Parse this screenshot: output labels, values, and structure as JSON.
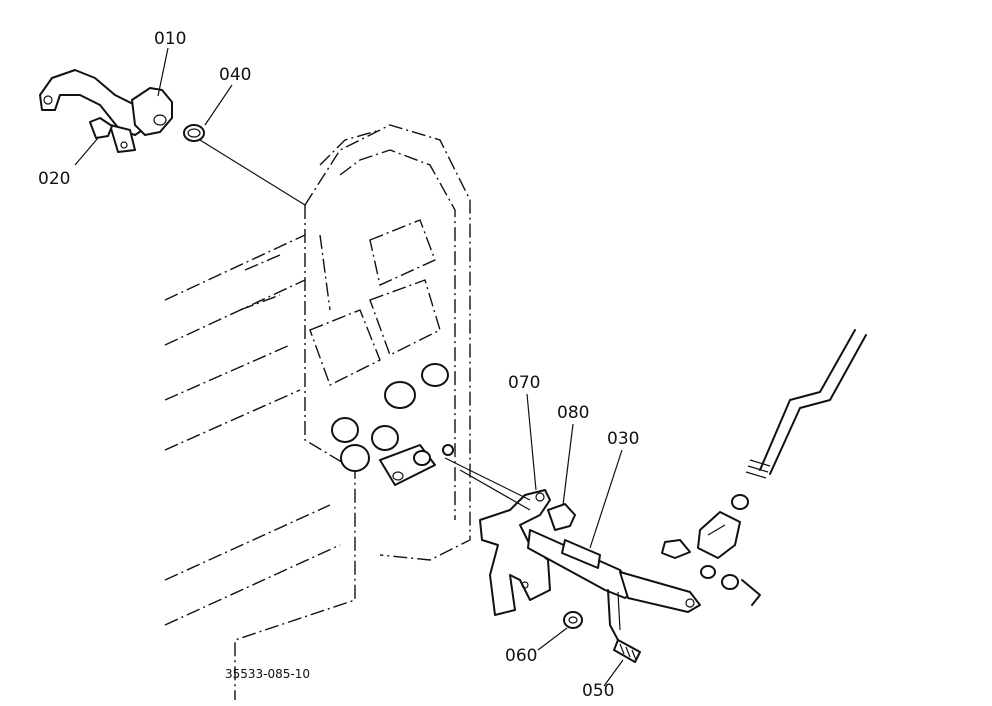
{
  "callouts": [
    {
      "key": "p010",
      "text": "010"
    },
    {
      "key": "p040",
      "text": "040"
    },
    {
      "key": "p020",
      "text": "020"
    },
    {
      "key": "p070",
      "text": "070"
    },
    {
      "key": "p080",
      "text": "080"
    },
    {
      "key": "p030",
      "text": "030"
    },
    {
      "key": "p060",
      "text": "060"
    },
    {
      "key": "p050",
      "text": "050"
    }
  ],
  "drawing_code": "35533-085-10"
}
